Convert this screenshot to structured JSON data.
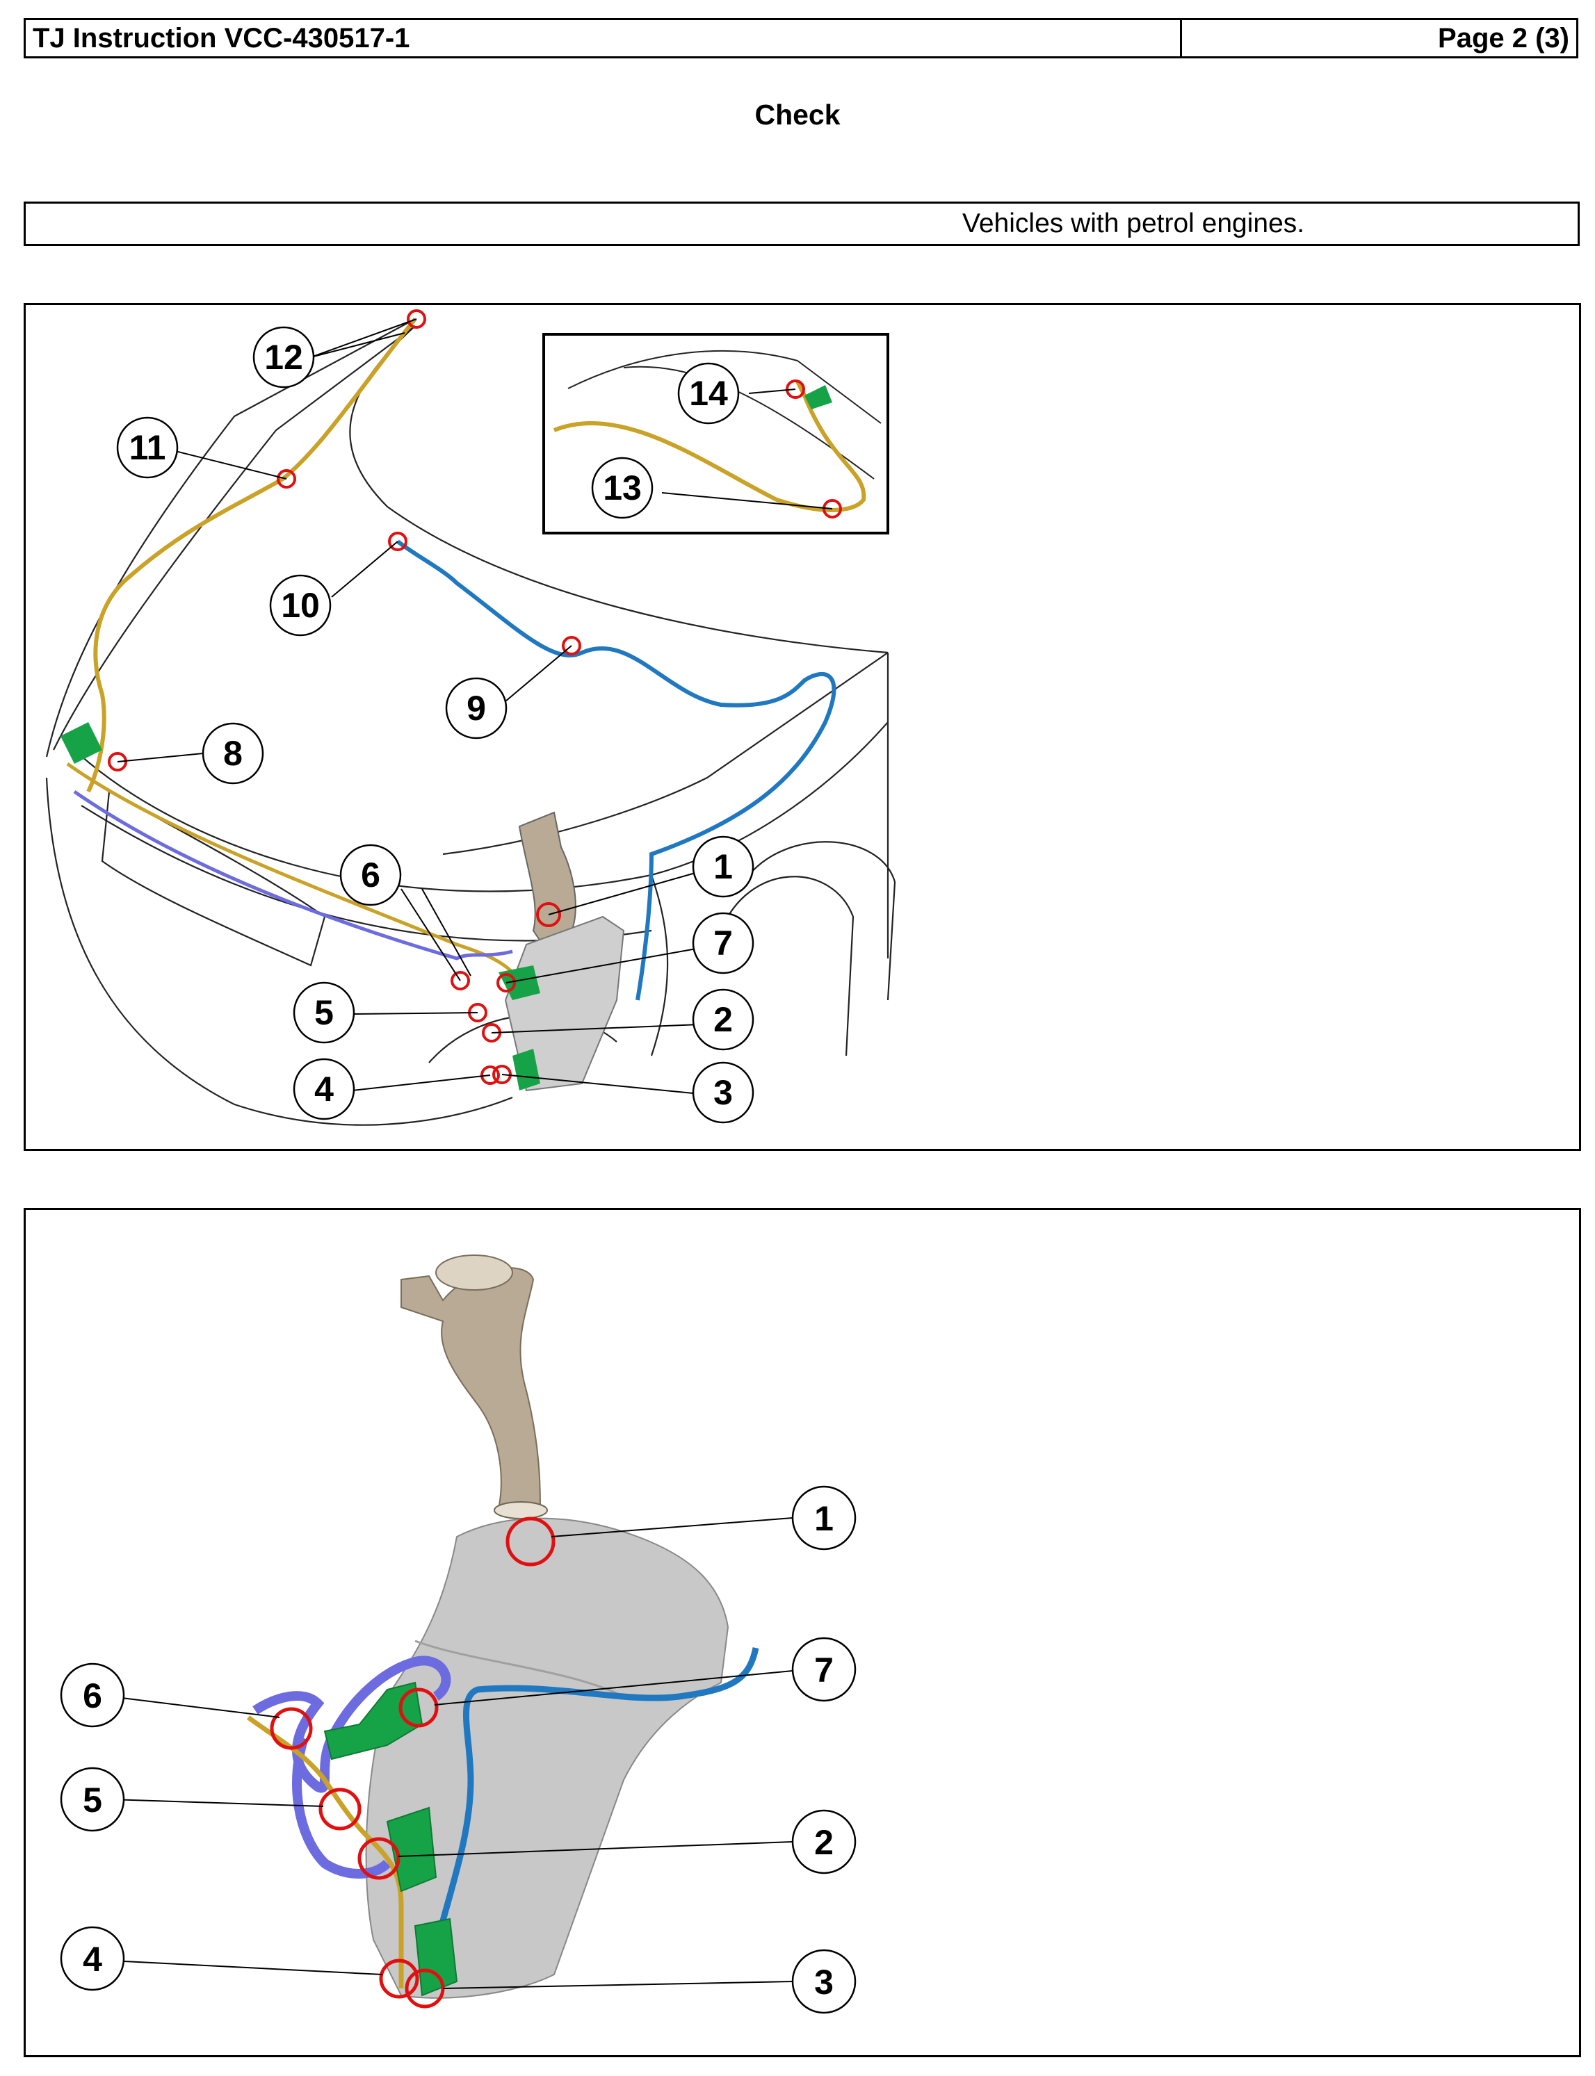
{
  "header": {
    "title": "TJ Instruction VCC-430517-1",
    "page": "Page 2 (3)"
  },
  "section_title": "Check",
  "applicability_note": "Vehicles with petrol engines.",
  "figure_vehicle": {
    "callouts": [
      "1",
      "2",
      "3",
      "4",
      "5",
      "6",
      "7",
      "8",
      "9",
      "10",
      "11",
      "12",
      "13",
      "14"
    ]
  },
  "figure_reservoir": {
    "callouts": [
      "1",
      "2",
      "3",
      "4",
      "5",
      "6",
      "7"
    ]
  },
  "colors": {
    "yellow_hose": "#c9a227",
    "blue_hose": "#1f78c0",
    "violet_hose": "#6c6ce0",
    "green_part": "#16a348",
    "marker_red": "#e01010",
    "reservoir_gray": "#c8c8c8",
    "filler_neck": "#b8aa94"
  }
}
